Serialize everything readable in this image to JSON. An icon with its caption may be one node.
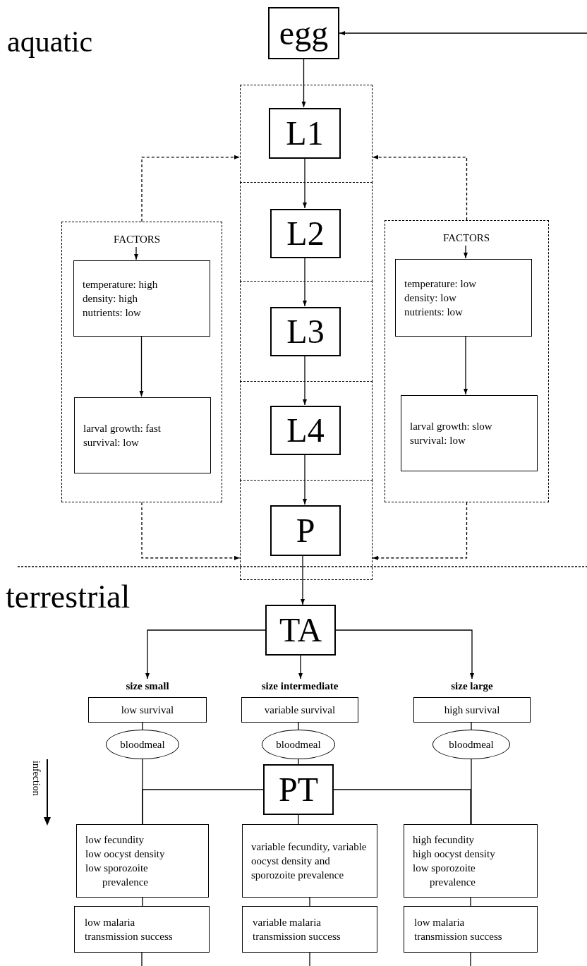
{
  "diagram": {
    "nodes": [
      {
        "text": [
          "egg"
        ]
      },
      {
        "text": [],
        "shape": "box"
      },
      {
        "text": [
          "L1"
        ],
        "in": 1
      },
      {
        "text": [],
        "shape": "box"
      },
      {
        "text": [
          "L2"
        ],
        "in": 3
      },
      {
        "text": [],
        "shape": "box"
      },
      {
        "text": [
          "L3"
        ],
        "in": 5
      },
      {
        "text": [],
        "shape": "box"
      },
      {
        "text": [
          "L4"
        ],
        "in": 7
      },
      {
        "text": [],
        "shape": "box"
      },
      {
        "text": [
          "P"
        ],
        "in": 9
      },
      {
        "text": [],
        "shape": "box"
      },
      {
        "text": [
          "FACTORS"
        ],
        "in": 11
      },
      {
        "text": [
          "temperature: high",
          "density: high",
          "nutrients: low"
        ],
        "in": 11
      },
      {
        "text": [
          "larval growth: fast",
          "survival: low"
        ],
        "in": 11
      },
      {
        "text": [],
        "shape": "box"
      },
      {
        "text": [
          "FACTORS"
        ],
        "in": 15
      },
      {
        "text": [
          "temperature: low",
          "density: low",
          "nutrients: low"
        ],
        "in": 15
      },
      {
        "text": [
          "larval growth: slow",
          "survival: low"
        ],
        "in": 15
      },
      {
        "text": [
          "TA"
        ]
      },
      {
        "text": [
          "size small",
          "low survival"
        ]
      },
      {
        "text": [
          "size intermediate",
          "variable survival"
        ]
      },
      {
        "text": [
          "size large",
          "high survival"
        ]
      },
      {
        "text": [
          "bloodmeal"
        ]
      },
      {
        "text": [
          "bloodmeal"
        ]
      },
      {
        "text": [
          "bloodmeal"
        ]
      },
      {
        "text": [
          "PT"
        ]
      },
      {
        "text": [
          "low fecundity",
          "low oocyst density",
          "low sporozoite prevalence"
        ]
      },
      {
        "text": [
          "variable fecundity, variable oocyst density and sporozoite prevalence"
        ]
      },
      {
        "text": [
          "high fecundity",
          "high oocyst density",
          "low sporozoite prevalence"
        ]
      },
      {
        "text": [
          "low malaria transmission success"
        ]
      },
      {
        "text": [
          "variable malaria transmission success"
        ]
      },
      {
        "text": [
          "low malaria transmission success"
        ]
      }
    ],
    "edges": [
      {
        "from": null,
        "to": 0,
        "arrow": "to"
      },
      {
        "from": 0,
        "to": 2,
        "arrow": "to"
      },
      {
        "from": 2,
        "to": 4,
        "arrow": "to"
      },
      {
        "from": 4,
        "to": 6,
        "arrow": "to"
      },
      {
        "from": 6,
        "to": 8,
        "arrow": "to"
      },
      {
        "from": 8,
        "to": 10,
        "arrow": "to"
      },
      {
        "from": 12,
        "to": 13,
        "arrow": "to"
      },
      {
        "from": 13,
        "to": 14,
        "arrow": "to"
      },
      {
        "from": 16,
        "to": 17,
        "arrow": "to"
      },
      {
        "from": 17,
        "to": 18,
        "arrow": "to"
      },
      {
        "from": 11,
        "to": 1,
        "arrow": "to",
        "style": "dashed"
      },
      {
        "from": 11,
        "to": 9,
        "arrow": "to",
        "style": "dashed"
      },
      {
        "from": 15,
        "to": 1,
        "arrow": "to",
        "style": "dashed"
      },
      {
        "from": 15,
        "to": 9,
        "arrow": "to",
        "style": "dashed"
      },
      {
        "from": 10,
        "to": 19,
        "arrow": "to"
      },
      {
        "from": 19,
        "to": 20,
        "arrow": "to"
      },
      {
        "from": 19,
        "to": 21,
        "arrow": "to"
      },
      {
        "from": 19,
        "to": 22,
        "arrow": "to"
      },
      {
        "from": 20,
        "to": 23,
        "arrow": "none"
      },
      {
        "from": 21,
        "to": 24,
        "arrow": "none"
      },
      {
        "from": 22,
        "to": 25,
        "arrow": "none"
      },
      {
        "from": 23,
        "to": 27,
        "arrow": "none"
      },
      {
        "from": 24,
        "to": 26,
        "arrow": "none"
      },
      {
        "from": 25,
        "to": 29,
        "arrow": "none"
      },
      {
        "from": 26,
        "to": 27,
        "arrow": "none"
      },
      {
        "from": 26,
        "to": 28,
        "arrow": "none"
      },
      {
        "from": 26,
        "to": 29,
        "arrow": "none"
      },
      {
        "from": 27,
        "to": 30,
        "arrow": "none"
      },
      {
        "from": 28,
        "to": 31,
        "arrow": "none"
      },
      {
        "from": 29,
        "to": 32,
        "arrow": "none"
      },
      {
        "from": 30,
        "to": null,
        "arrow": "none"
      },
      {
        "from": 31,
        "to": null,
        "arrow": "none"
      },
      {
        "from": 32,
        "to": null,
        "arrow": "none"
      }
    ],
    "labels": [
      "aquatic",
      "terrestrial",
      "infection"
    ]
  }
}
